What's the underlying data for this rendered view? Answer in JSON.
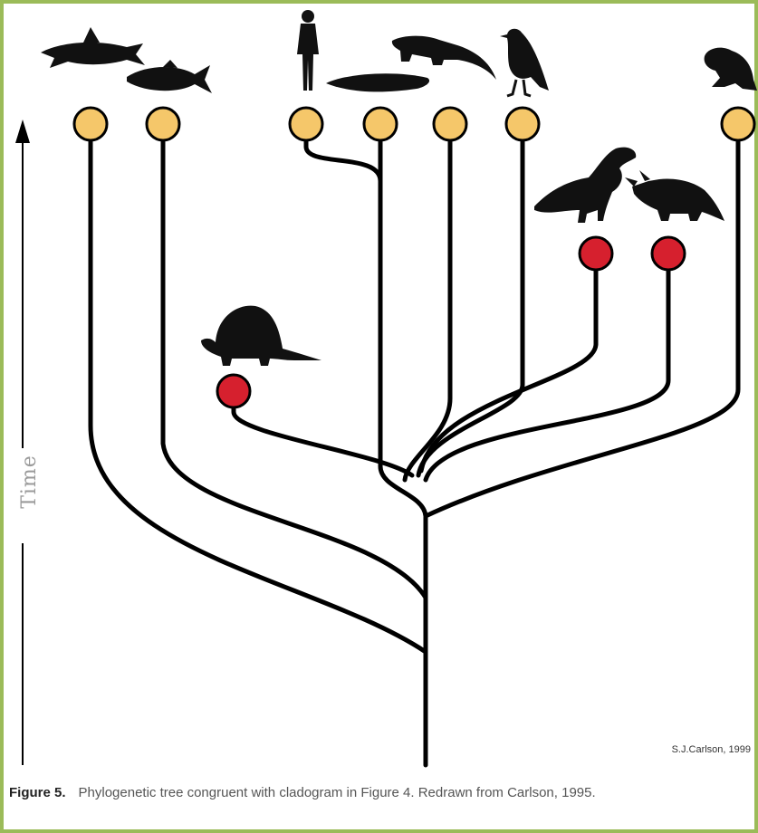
{
  "axis": {
    "label": "Time"
  },
  "credit": "S.J.Carlson, 1999",
  "caption": {
    "figure_label": "Figure 5.",
    "text": "Phylogenetic tree congruent with cladogram in Figure 4. Redrawn from Carlson, 1995."
  },
  "colors": {
    "frame": "#9bbb59",
    "living_node": "#f5c76a",
    "extinct_node": "#d6202e",
    "branch": "#000000"
  },
  "nodes": {
    "living": [
      "shark",
      "tuna",
      "human",
      "lungfish",
      "lizard",
      "bird",
      "frog"
    ],
    "extinct": [
      "dimetrodon",
      "tyrannosaur",
      "triceratops"
    ]
  },
  "icons": [
    "shark-icon",
    "tuna-icon",
    "human-icon",
    "lungfish-icon",
    "lizard-icon",
    "bird-icon",
    "frog-icon",
    "dimetrodon-icon",
    "tyrannosaur-icon",
    "triceratops-icon"
  ]
}
